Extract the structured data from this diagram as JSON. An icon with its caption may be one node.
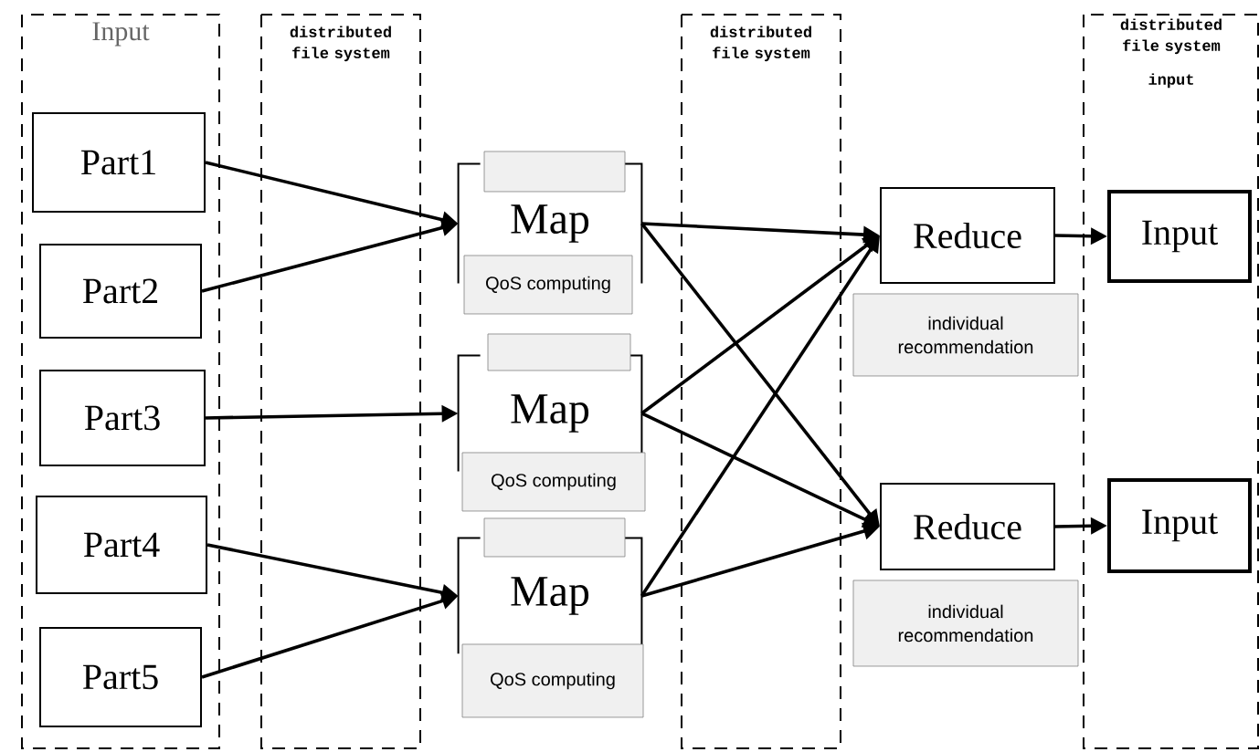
{
  "diagram": {
    "nodes": [
      {
        "text": [
          "Part1"
        ]
      },
      {
        "text": [
          "Part2"
        ]
      },
      {
        "text": [
          "Part3"
        ]
      },
      {
        "text": [
          "Part4"
        ]
      },
      {
        "text": [
          "Part5"
        ]
      },
      {
        "text": [
          "Map"
        ]
      },
      {
        "text": [],
        "shape": "box"
      },
      {
        "text": [
          "QoS computing"
        ]
      },
      {
        "text": [
          "Map"
        ]
      },
      {
        "text": [],
        "shape": "box"
      },
      {
        "text": [
          "QoS computing"
        ]
      },
      {
        "text": [
          "Map"
        ]
      },
      {
        "text": [],
        "shape": "box"
      },
      {
        "text": [
          "QoS computing"
        ]
      },
      {
        "text": [
          "Reduce"
        ]
      },
      {
        "text": [
          "individual recommendation"
        ]
      },
      {
        "text": [
          "Reduce"
        ]
      },
      {
        "text": [
          "individual recommendation"
        ]
      },
      {
        "text": [
          "Input"
        ]
      },
      {
        "text": [
          "Input"
        ]
      }
    ],
    "edges": [
      {
        "from": 0,
        "to": 5,
        "arrow": "to"
      },
      {
        "from": 1,
        "to": 5,
        "arrow": "to"
      },
      {
        "from": 2,
        "to": 8,
        "arrow": "to"
      },
      {
        "from": 3,
        "to": 11,
        "arrow": "to"
      },
      {
        "from": 4,
        "to": 11,
        "arrow": "to"
      },
      {
        "from": 5,
        "to": 14,
        "arrow": "to"
      },
      {
        "from": 5,
        "to": 16,
        "arrow": "to"
      },
      {
        "from": 8,
        "to": 14,
        "arrow": "to"
      },
      {
        "from": 8,
        "to": 16,
        "arrow": "to"
      },
      {
        "from": 11,
        "to": 14,
        "arrow": "to"
      },
      {
        "from": 11,
        "to": 16,
        "arrow": "to"
      },
      {
        "from": 14,
        "to": 18,
        "arrow": "to"
      },
      {
        "from": 16,
        "to": 19,
        "arrow": "to"
      }
    ],
    "labels": [
      "Input",
      "distributed file system",
      "distributed file system",
      "distributed file system",
      "input"
    ]
  }
}
